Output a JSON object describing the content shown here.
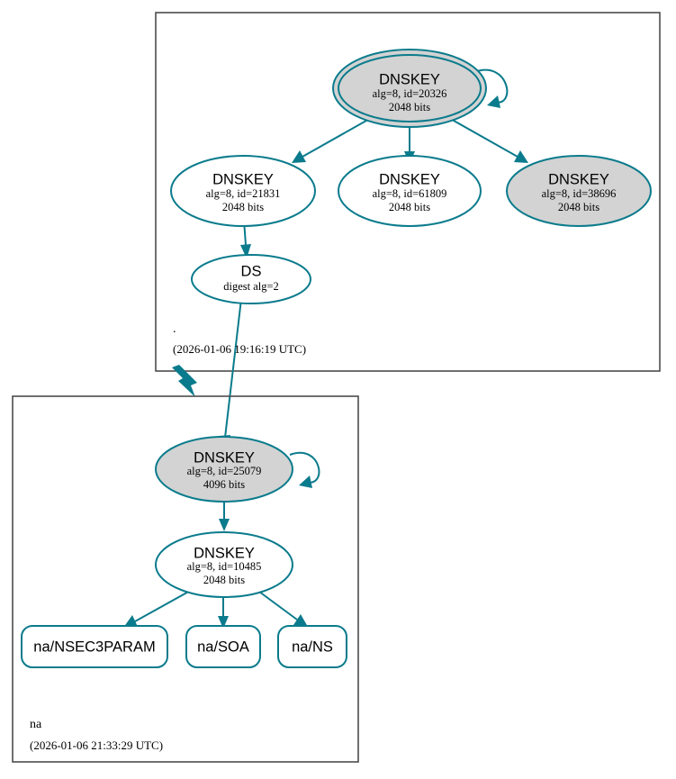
{
  "diagram": {
    "type": "dnssec-authentication-chain",
    "colors": {
      "edge": "#0a7b8c",
      "node_stroke": "#0a7b8c",
      "secure_fill": "#d3d3d3",
      "plain_fill": "#ffffff",
      "zone_border": "#4d4d4d",
      "text": "#000000"
    }
  },
  "zones": [
    {
      "id": "root",
      "name": ".",
      "timestamp": "(2026-01-06 19:16:19 UTC)",
      "nodes": [
        {
          "id": "root-ksk-20326",
          "kind": "DNSKEY",
          "shape": "double-ellipse",
          "fill": "secure",
          "type_label": "DNSKEY",
          "params_label": "alg=8, id=20326",
          "size_label": "2048 bits",
          "self_signed": true
        },
        {
          "id": "root-zsk-21831",
          "kind": "DNSKEY",
          "shape": "ellipse",
          "fill": "plain",
          "type_label": "DNSKEY",
          "params_label": "alg=8, id=21831",
          "size_label": "2048 bits",
          "self_signed": false
        },
        {
          "id": "root-zsk-61809",
          "kind": "DNSKEY",
          "shape": "ellipse",
          "fill": "plain",
          "type_label": "DNSKEY",
          "params_label": "alg=8, id=61809",
          "size_label": "2048 bits",
          "self_signed": false
        },
        {
          "id": "root-zsk-38696",
          "kind": "DNSKEY",
          "shape": "ellipse",
          "fill": "secure",
          "type_label": "DNSKEY",
          "params_label": "alg=8, id=38696",
          "size_label": "2048 bits",
          "self_signed": false
        },
        {
          "id": "root-ds",
          "kind": "DS",
          "shape": "ellipse",
          "fill": "plain",
          "type_label": "DS",
          "params_label": "digest alg=2",
          "size_label": "",
          "self_signed": false
        }
      ]
    },
    {
      "id": "na",
      "name": "na",
      "timestamp": "(2026-01-06 21:33:29 UTC)",
      "nodes": [
        {
          "id": "na-ksk-25079",
          "kind": "DNSKEY",
          "shape": "ellipse",
          "fill": "secure",
          "type_label": "DNSKEY",
          "params_label": "alg=8, id=25079",
          "size_label": "4096 bits",
          "self_signed": true
        },
        {
          "id": "na-zsk-10485",
          "kind": "DNSKEY",
          "shape": "ellipse",
          "fill": "plain",
          "type_label": "DNSKEY",
          "params_label": "alg=8, id=10485",
          "size_label": "2048 bits",
          "self_signed": false
        },
        {
          "id": "na-nsec3param",
          "kind": "RRset",
          "shape": "rounded-rect",
          "fill": "plain",
          "type_label": "na/NSEC3PARAM",
          "params_label": "",
          "size_label": "",
          "self_signed": false
        },
        {
          "id": "na-soa",
          "kind": "RRset",
          "shape": "rounded-rect",
          "fill": "plain",
          "type_label": "na/SOA",
          "params_label": "",
          "size_label": "",
          "self_signed": false
        },
        {
          "id": "na-ns",
          "kind": "RRset",
          "shape": "rounded-rect",
          "fill": "plain",
          "type_label": "na/NS",
          "params_label": "",
          "size_label": "",
          "self_signed": false
        }
      ]
    }
  ],
  "edges": [
    {
      "from": "root-ksk-20326",
      "to": "root-ksk-20326",
      "style": "self-loop"
    },
    {
      "from": "root-ksk-20326",
      "to": "root-zsk-21831",
      "style": "signs"
    },
    {
      "from": "root-ksk-20326",
      "to": "root-zsk-61809",
      "style": "signs"
    },
    {
      "from": "root-ksk-20326",
      "to": "root-zsk-38696",
      "style": "signs"
    },
    {
      "from": "root-zsk-21831",
      "to": "root-ds",
      "style": "signs"
    },
    {
      "from": "root-ds",
      "to": "na-ksk-25079",
      "style": "delegates"
    },
    {
      "from": "root",
      "to": "na",
      "style": "zone-delegation"
    },
    {
      "from": "na-ksk-25079",
      "to": "na-ksk-25079",
      "style": "self-loop"
    },
    {
      "from": "na-ksk-25079",
      "to": "na-zsk-10485",
      "style": "signs"
    },
    {
      "from": "na-zsk-10485",
      "to": "na-nsec3param",
      "style": "signs"
    },
    {
      "from": "na-zsk-10485",
      "to": "na-soa",
      "style": "signs"
    },
    {
      "from": "na-zsk-10485",
      "to": "na-ns",
      "style": "signs"
    }
  ]
}
